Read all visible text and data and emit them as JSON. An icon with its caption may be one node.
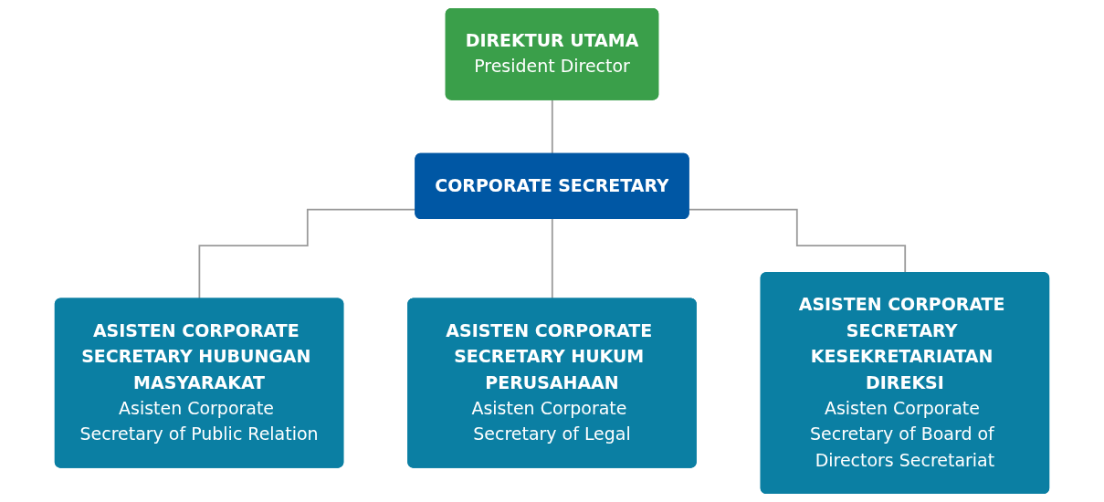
{
  "diagram": {
    "nodes": [
      {
        "text": [
          "DIREKTUR UTAMA",
          "President Director"
        ]
      },
      {
        "text": [
          "CORPORATE SECRETARY"
        ]
      },
      {
        "text": [
          "ASISTEN CORPORATE SECRETARY HUBUNGAN MASYARAKAT",
          "Asisten Corporate Secretary of Public Relation"
        ]
      },
      {
        "text": [
          "ASISTEN CORPORATE SECRETARY HUKUM PERUSAHAAN",
          "Asisten Corporate Secretary of Legal"
        ]
      },
      {
        "text": [
          "ASISTEN CORPORATE SECRETARY KESEKRETARIATAN DIREKSI",
          "Asisten Corporate Secretary of Board of Directors Secretariat"
        ]
      }
    ],
    "edges": [
      {
        "from": 0,
        "to": 1,
        "arrow": "none"
      },
      {
        "from": 1,
        "to": 2,
        "arrow": "none"
      },
      {
        "from": 1,
        "to": 3,
        "arrow": "none"
      },
      {
        "from": 1,
        "to": 4,
        "arrow": "none"
      }
    ]
  }
}
